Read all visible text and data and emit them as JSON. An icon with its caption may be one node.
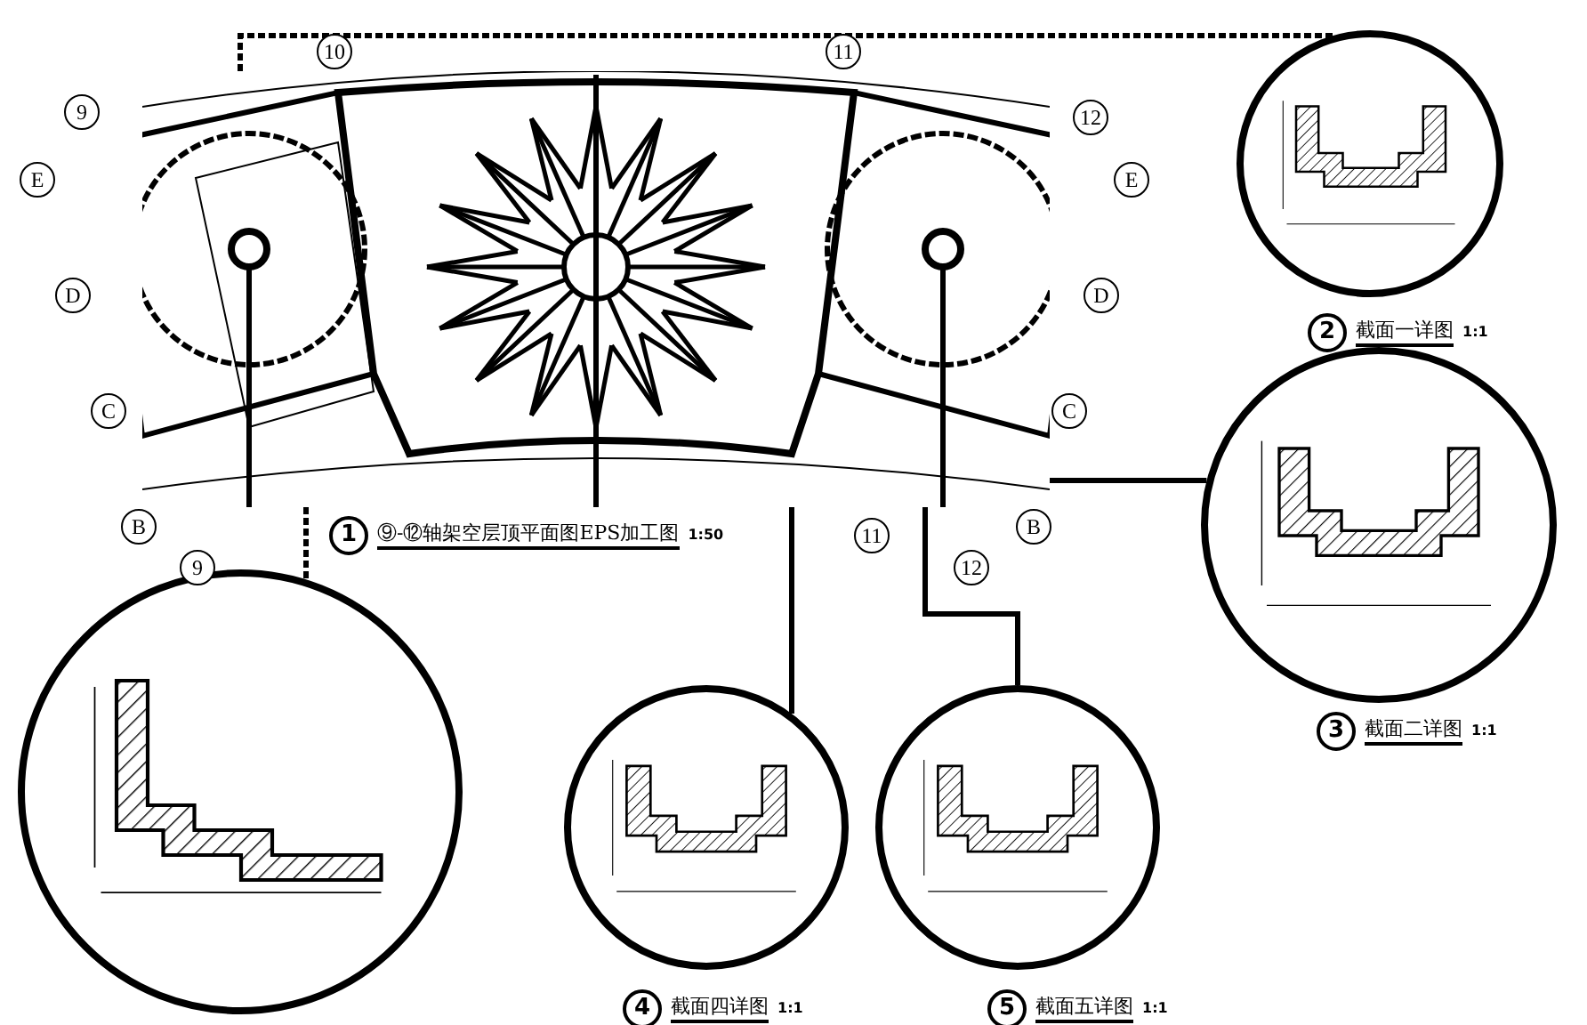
{
  "diagram": {
    "nodes": [
      {
        "text": [],
        "shape": "picture",
        "beside": [
          "1",
          "⑨-⑫轴架空层顶平面图EPS加工图",
          "1:50"
        ]
      },
      {
        "text": [],
        "shape": "circle",
        "beside": [
          "2",
          "截面一详图",
          "1:1"
        ]
      },
      {
        "text": [],
        "shape": "circle",
        "beside": [
          "3",
          "截面二详图",
          "1:1"
        ]
      },
      {
        "text": [],
        "shape": "circle"
      },
      {
        "text": [],
        "shape": "circle",
        "beside": [
          "4",
          "截面四详图",
          "1:1"
        ]
      },
      {
        "text": [],
        "shape": "circle",
        "beside": [
          "5",
          "截面五详图",
          "1:1"
        ]
      }
    ],
    "edges": [
      {
        "from": 0,
        "to": 1,
        "arrow": "none",
        "style": "dashed"
      },
      {
        "from": 0,
        "to": 2,
        "arrow": "none"
      },
      {
        "from": 0,
        "to": 3,
        "arrow": "none",
        "style": "dashed"
      },
      {
        "from": 0,
        "to": 4,
        "arrow": "none"
      },
      {
        "from": 0,
        "to": 5,
        "arrow": "none"
      }
    ],
    "labels": [
      "9",
      "10",
      "11",
      "12",
      "E",
      "E",
      "D",
      "D",
      "C",
      "C",
      "B",
      "B",
      "9",
      "11",
      "12"
    ]
  }
}
